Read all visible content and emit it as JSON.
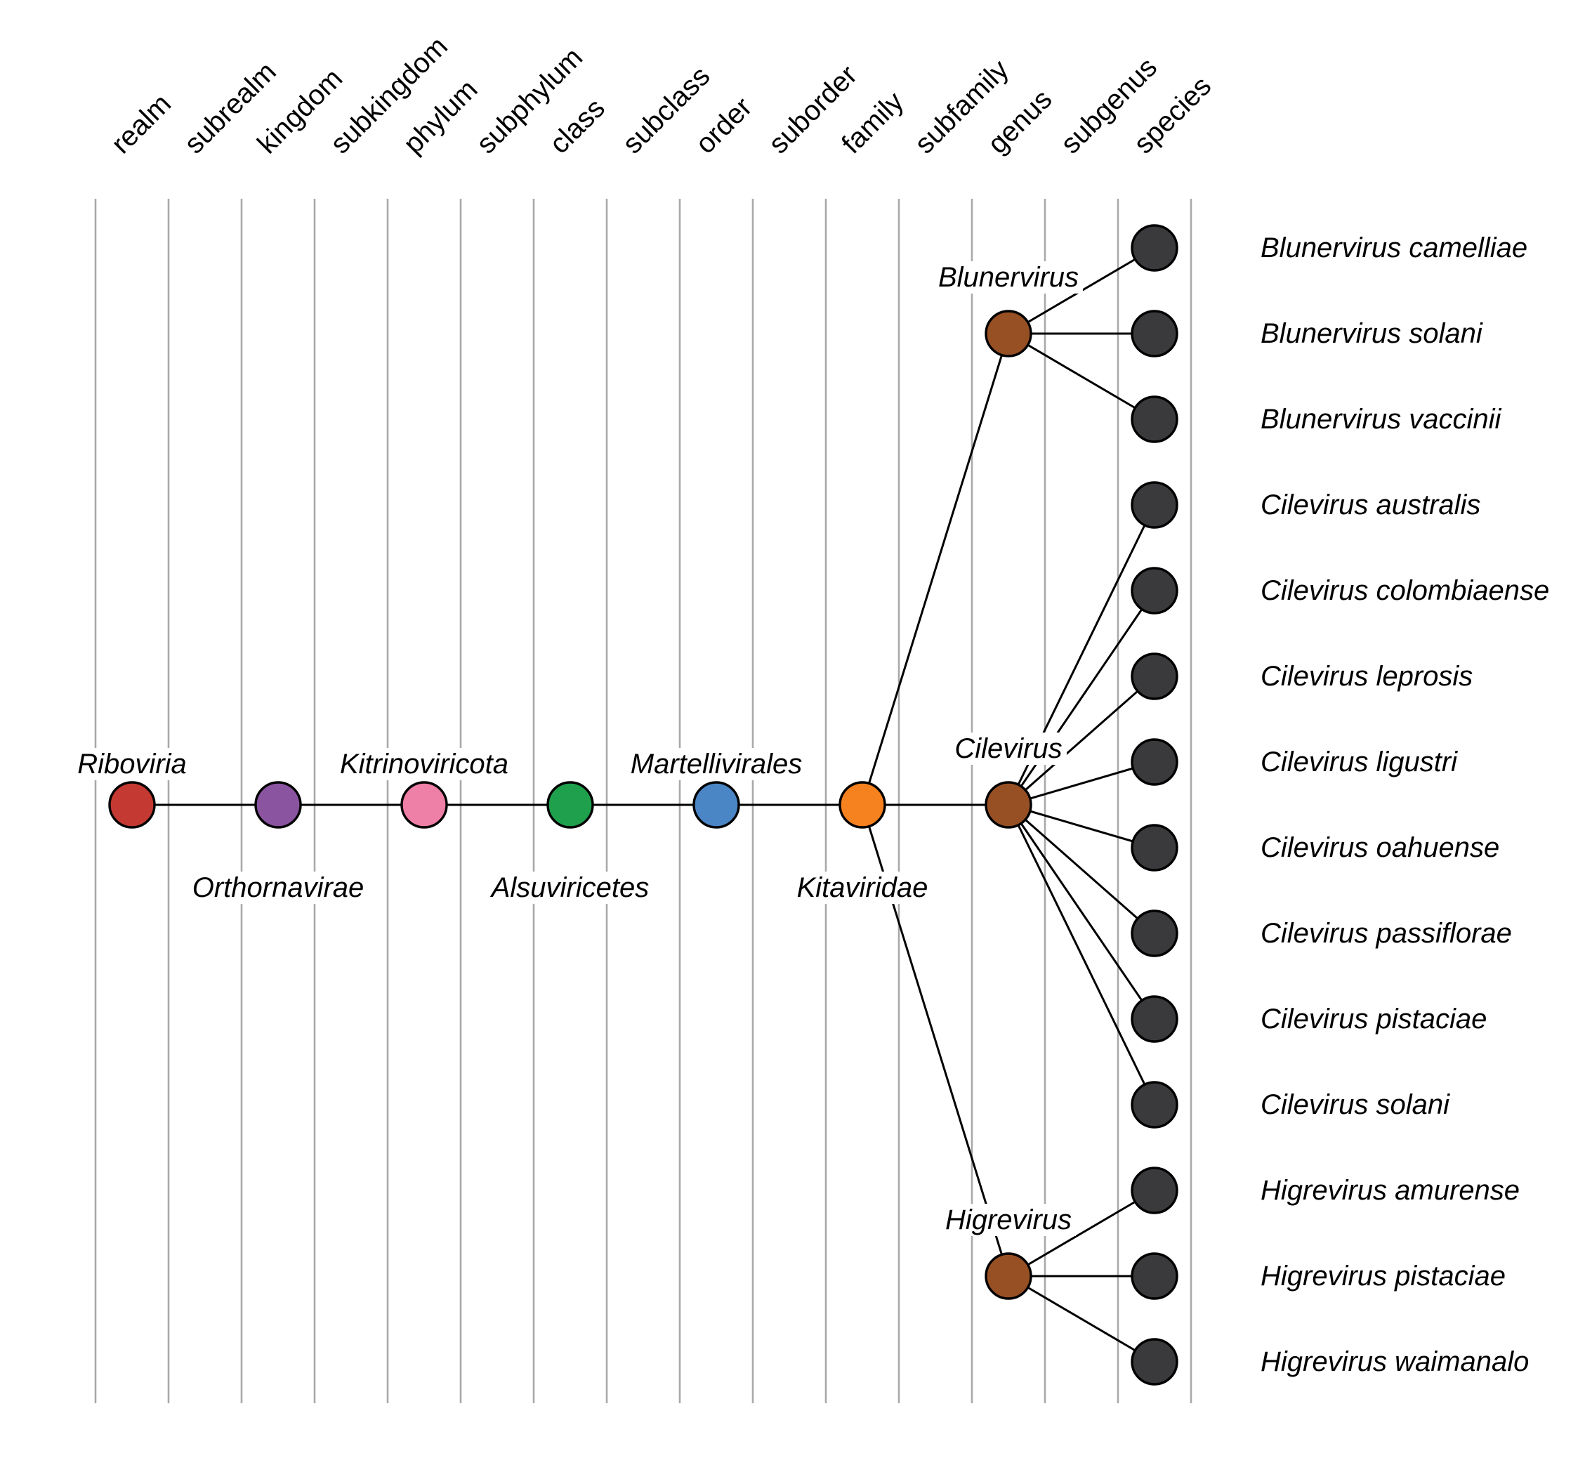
{
  "figure": {
    "description": "Virus taxonomy diagram of family Kitaviridae from realm to species",
    "background": "#ffffff"
  },
  "columns": [
    "realm",
    "subrealm",
    "kingdom",
    "subkingdom",
    "phylum",
    "subphylum",
    "class",
    "subclass",
    "order",
    "suborder",
    "family",
    "subfamily",
    "genus",
    "subgenus",
    "species"
  ],
  "lineage": [
    {
      "label": "Riboviria",
      "rank": "realm",
      "color": "#c43a32",
      "label_side": "above"
    },
    {
      "label": "Orthornavirae",
      "rank": "kingdom",
      "color": "#8b54a1",
      "label_side": "below"
    },
    {
      "label": "Kitrinoviricota",
      "rank": "phylum",
      "color": "#ee7fa6",
      "label_side": "above"
    },
    {
      "label": "Alsuviricetes",
      "rank": "class",
      "color": "#1fa04c",
      "label_side": "below"
    },
    {
      "label": "Martellivirales",
      "rank": "order",
      "color": "#4a86c5",
      "label_side": "above"
    },
    {
      "label": "Kitaviridae",
      "rank": "family",
      "color": "#f5821f",
      "label_side": "below"
    }
  ],
  "genera": [
    {
      "label": "Blunervirus",
      "rank": "genus",
      "color": "#975023"
    },
    {
      "label": "Cilevirus",
      "rank": "genus",
      "color": "#975023"
    },
    {
      "label": "Higrevirus",
      "rank": "genus",
      "color": "#975023"
    }
  ],
  "species": [
    {
      "label": "Blunervirus camelliae",
      "genus": "Blunervirus"
    },
    {
      "label": "Blunervirus solani",
      "genus": "Blunervirus"
    },
    {
      "label": "Blunervirus vaccinii",
      "genus": "Blunervirus"
    },
    {
      "label": "Cilevirus australis",
      "genus": "Cilevirus"
    },
    {
      "label": "Cilevirus colombiaense",
      "genus": "Cilevirus"
    },
    {
      "label": "Cilevirus leprosis",
      "genus": "Cilevirus"
    },
    {
      "label": "Cilevirus ligustri",
      "genus": "Cilevirus"
    },
    {
      "label": "Cilevirus oahuense",
      "genus": "Cilevirus"
    },
    {
      "label": "Cilevirus passiflorae",
      "genus": "Cilevirus"
    },
    {
      "label": "Cilevirus pistaciae",
      "genus": "Cilevirus"
    },
    {
      "label": "Cilevirus solani",
      "genus": "Cilevirus"
    },
    {
      "label": "Higrevirus amurense",
      "genus": "Higrevirus"
    },
    {
      "label": "Higrevirus pistaciae",
      "genus": "Higrevirus"
    },
    {
      "label": "Higrevirus waimanalo",
      "genus": "Higrevirus"
    }
  ],
  "style": {
    "species_node_color": "#3a3a3c",
    "node_stroke_color": "#000000",
    "edge_color": "#000000",
    "grid_color": "#a9a9a9",
    "text_color": "#000000"
  }
}
